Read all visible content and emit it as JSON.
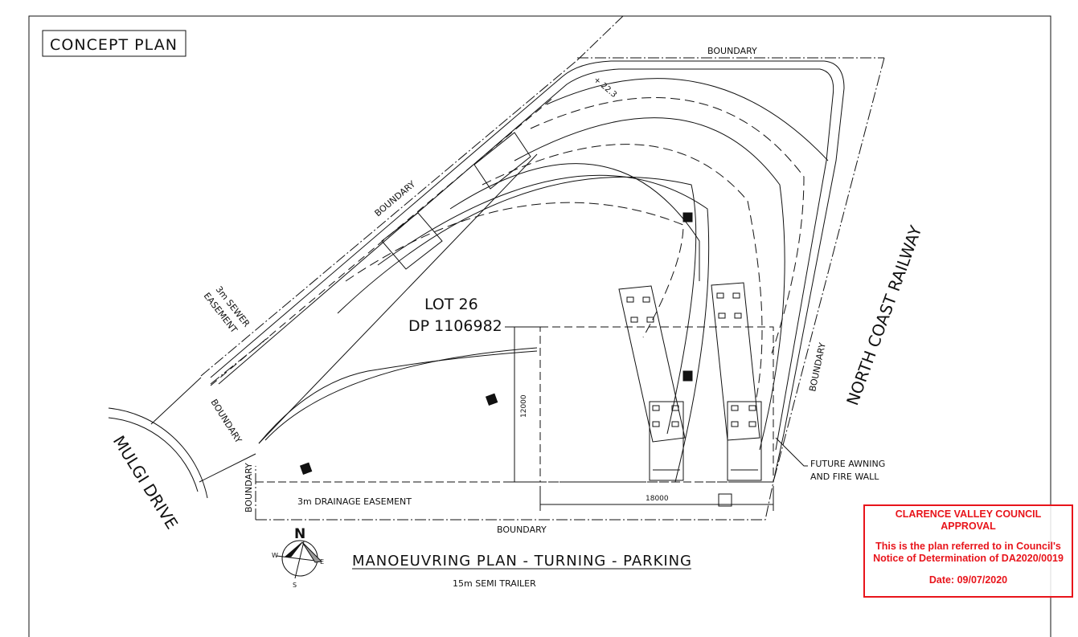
{
  "title_box": "CONCEPT PLAN",
  "labels": {
    "boundary_top": "BOUNDARY",
    "boundary_nw": "BOUNDARY",
    "boundary_sw": "BOUNDARY",
    "boundary_left": "BOUNDARY",
    "boundary_bottom": "BOUNDARY",
    "boundary_right": "BOUNDARY",
    "sewer_easement_1": "3m SEWER",
    "sewer_easement_2": "EASEMENT",
    "lot": "LOT 26",
    "dp": "DP 1106982",
    "street": "MULGI DRIVE",
    "drainage_easement": "3m DRAINAGE EASEMENT",
    "railway": "NORTH COAST RAILWAY",
    "awning_1": "FUTURE AWNING",
    "awning_2": "AND FIRE WALL",
    "level": "+ 22.3"
  },
  "dimensions": {
    "width": "18000",
    "depth": "12000"
  },
  "plan_title": "MANOEUVRING PLAN - TURNING - PARKING",
  "plan_subtitle": "15m SEMI TRAILER",
  "compass": {
    "n": "N",
    "s": "S",
    "e": "E",
    "w": "W"
  },
  "approval": {
    "line1": "CLARENCE VALLEY COUNCIL",
    "line2": "APPROVAL",
    "line3": "This is the plan referred to in Council's",
    "line4": "Notice of Determination of DA2020/0019",
    "line5": "Date: 09/07/2020",
    "color": "#e8141b"
  }
}
